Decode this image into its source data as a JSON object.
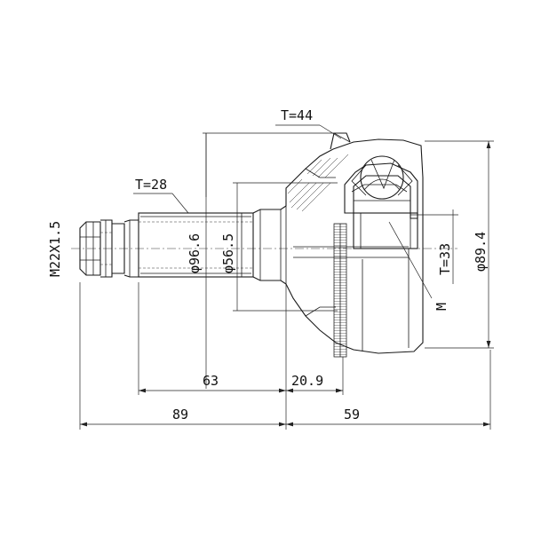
{
  "labels": {
    "t44": "T=44",
    "t28": "T=28",
    "t33": "T=33",
    "thread": "M22X1.5",
    "d966": "φ96.6",
    "d565": "φ56.5",
    "d894": "φ89.4",
    "m": "M",
    "dim63": "63",
    "dim209": "20.9",
    "dim89": "89",
    "dim59": "59"
  }
}
